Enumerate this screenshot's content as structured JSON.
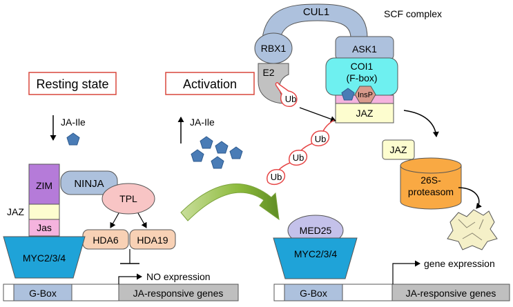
{
  "states": {
    "resting": "Resting state",
    "activation": "Activation"
  },
  "ligand": {
    "resting": "JA-Ile",
    "activation": "JA-Ile"
  },
  "resting": {
    "zim": "ZIM",
    "jaz": "JAZ",
    "jas": "Jas",
    "ninja": "NINJA",
    "tpl": "TPL",
    "hda6": "HDA6",
    "hda19": "HDA19",
    "myc": "MYC2/3/4",
    "gbox": "G-Box",
    "genes": "JA-responsive genes",
    "expression": "NO expression"
  },
  "scf": {
    "title": "SCF complex",
    "cul1": "CUL1",
    "rbx1": "RBX1",
    "ask1": "ASK1",
    "coi1_line1": "COI1",
    "coi1_line2": "(F-box)",
    "insp": "InsP",
    "jaz": "JAZ",
    "e2": "E2",
    "ub": [
      "Ub",
      "Ub",
      "Ub",
      "Ub"
    ]
  },
  "degradation": {
    "jaz": "JAZ",
    "proteasome_line1": "26S-",
    "proteasome_line2": "proteasom"
  },
  "active": {
    "med25": "MED25",
    "myc": "MYC2/3/4",
    "gbox": "G-Box",
    "genes": "JA-responsive genes",
    "expression": "gene expression"
  },
  "colors": {
    "steel": "#adc1dd",
    "myc": "#1fa3d8",
    "zim": "#b57bd9",
    "jaz_yellow": "#fdfdcf",
    "jas_pink": "#f5b3de",
    "tpl_pink": "#f8c5c5",
    "hda_orange": "#f8d1b5",
    "coi1_cyan": "#6ef0f0",
    "insp": "#d99a8c",
    "proteasome": "#f9a943",
    "med25": "#c4c1ea",
    "e2_gray": "#c1c1c1",
    "gene_gray": "#bfbfbf",
    "pentagon": "#4a7cb6",
    "state_border": "#d9473b",
    "ub_border": "#e64646",
    "arrow_green": "#86b83a"
  }
}
